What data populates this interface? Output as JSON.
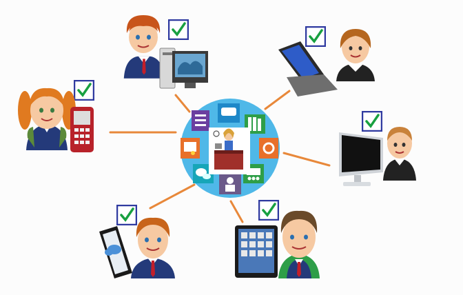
{
  "colors": {
    "background": "#fcfcfc",
    "connector": "#e8883a",
    "hub_circle": "#4fb8e8",
    "checkbox_border": "#2f3aa0",
    "check_mark": "#18a040",
    "tile_purple": "#6b3fa0",
    "tile_blue": "#1e88c8",
    "tile_green": "#2e9e48",
    "tile_orange": "#e8702a",
    "tile_lime": "#8cc63f",
    "tile_teal": "#17a6b8"
  },
  "hub": {
    "center_icon": "teacher-at-desk",
    "tiles": [
      "checklist-icon",
      "chat-icon",
      "books-icon",
      "presentation-icon",
      "class-icon",
      "lecturer-icon",
      "discussion-icon",
      "certificate-icon"
    ]
  },
  "nodes": [
    {
      "id": "girl-phone",
      "device": "mobile-phone",
      "person": "girl",
      "checked": true
    },
    {
      "id": "boy-desktop",
      "device": "desktop-computer",
      "person": "boy",
      "checked": true
    },
    {
      "id": "girl-laptop",
      "device": "laptop",
      "person": "girl",
      "checked": true
    },
    {
      "id": "boy-monitor",
      "device": "monitor",
      "person": "boy",
      "checked": true
    },
    {
      "id": "boy-tablet",
      "device": "tablet",
      "person": "boy",
      "checked": true
    },
    {
      "id": "boy-smartphone",
      "device": "smartphone",
      "person": "boy",
      "checked": true
    }
  ]
}
